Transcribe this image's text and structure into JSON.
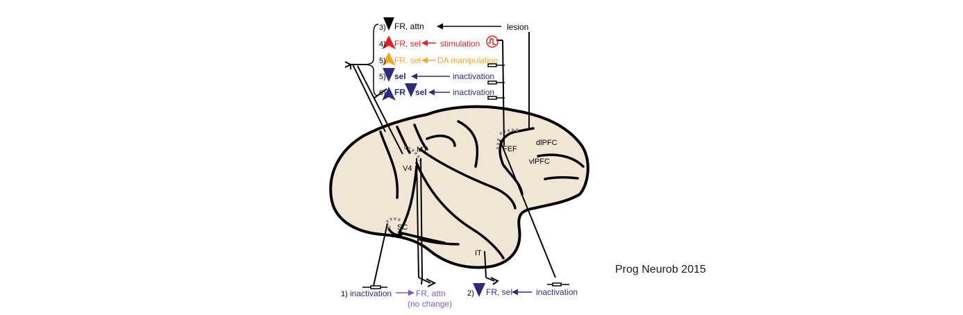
{
  "colors": {
    "brain_fill": "#f1e5d5",
    "outline": "#000000",
    "red": "#e8201f",
    "orange": "#f6a623",
    "blue": "#2b2b80",
    "purple": "#7b5cc2",
    "dots": "#8c8c8c"
  },
  "areas": {
    "mt": "MT",
    "v4": "V4",
    "fef": "FEF",
    "dlpfc": "dlPFC",
    "vlpfc": "vlPFC",
    "sc": "SC",
    "it": "IT"
  },
  "manipulations": [
    {
      "num": "3)",
      "effect": "FR, attn",
      "method": "lesion",
      "color": "black",
      "arrow": "down"
    },
    {
      "num": "4)",
      "effect": "FR, sel",
      "method": "stimulation",
      "color": "red",
      "arrow": "up"
    },
    {
      "num": "5)",
      "effect": "FR, sel",
      "method": "DA manipulation",
      "color": "orange",
      "arrow": "up"
    },
    {
      "num": "5)",
      "effect": "sel",
      "method": "inactivation",
      "color": "blue",
      "arrow": "down"
    },
    {
      "num": "6)",
      "effect_a": "FR",
      "effect_b": "sel",
      "method": "inactivation",
      "color": "blue",
      "arrow_a": "up",
      "arrow_b": "down"
    }
  ],
  "bottom_left": {
    "num": "1)",
    "method": "inactivation",
    "effect": "FR, attn",
    "note": "(no change)"
  },
  "bottom_right": {
    "num": "2)",
    "effect": "FR, sel",
    "method": "inactivation",
    "arrow": "down"
  },
  "citation": "Prog Neurob 2015"
}
